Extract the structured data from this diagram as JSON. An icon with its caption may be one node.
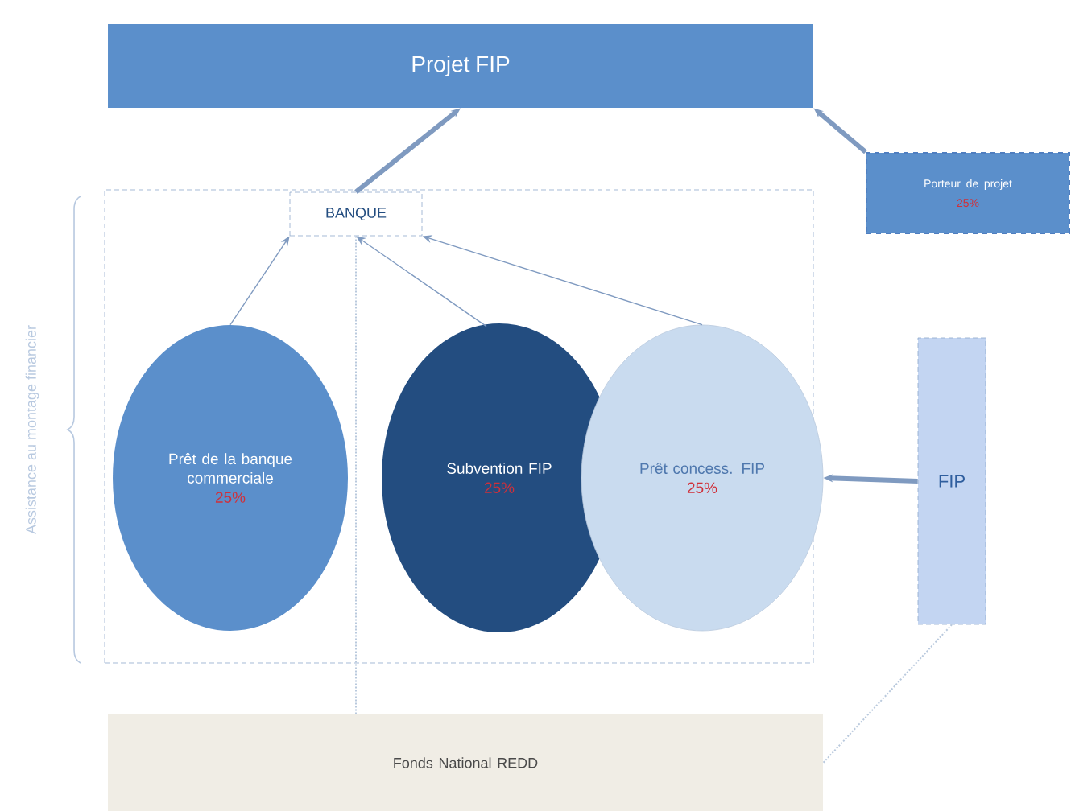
{
  "diagram": {
    "nodes": [
      {
        "text": [
          "Projet FIP"
        ]
      },
      {
        "text": [
          "Porteur de projet",
          "25%"
        ]
      },
      {
        "text": [],
        "shape": "box"
      },
      {
        "text": [
          "BANQUE"
        ],
        "in": 2
      },
      {
        "text": [
          "Prêt de la banque commerciale",
          "25%"
        ],
        "in": 2
      },
      {
        "text": [
          "Subvention FIP",
          "25%"
        ],
        "in": 2
      },
      {
        "text": [
          "Prêt concess. FIP",
          "25%"
        ],
        "in": 2
      },
      {
        "text": [
          "FIP"
        ]
      },
      {
        "text": [
          "Fonds National REDD"
        ]
      }
    ],
    "edges": [
      {
        "from": 3,
        "to": 0,
        "arrow": "to",
        "style": "thick"
      },
      {
        "from": 1,
        "to": 0,
        "arrow": "to",
        "style": "thick"
      },
      {
        "from": 4,
        "to": 3,
        "arrow": "to"
      },
      {
        "from": 5,
        "to": 3,
        "arrow": "to"
      },
      {
        "from": 6,
        "to": 3,
        "arrow": "to"
      },
      {
        "from": 7,
        "to": 6,
        "arrow": "to",
        "style": "thick"
      },
      {
        "from": 3,
        "to": 8,
        "arrow": "none",
        "style": "dashed"
      },
      {
        "from": 7,
        "to": 8,
        "arrow": "none",
        "style": "dashed"
      }
    ],
    "labels": [
      "Assistance au montage financier"
    ]
  }
}
